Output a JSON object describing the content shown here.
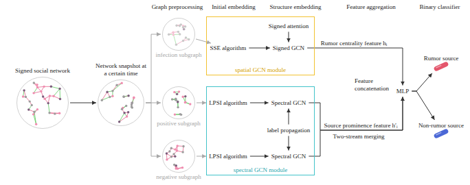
{
  "diagram": {
    "nodes": [
      {
        "text": [
          "Signed social network"
        ]
      },
      {
        "text": [
          "Network snapshot at a certain time"
        ]
      },
      {
        "text": [
          "infection subgraph"
        ]
      },
      {
        "text": [
          "positive subgraph"
        ]
      },
      {
        "text": [
          "negative subgraph"
        ]
      },
      {
        "text": [
          "spatial GCN module"
        ]
      },
      {
        "text": [
          "Signed attention"
        ],
        "in": 5
      },
      {
        "text": [
          "SSE algorithm"
        ],
        "in": 5
      },
      {
        "text": [
          "Signed GCN"
        ],
        "in": 5
      },
      {
        "text": [
          "spectral GCN module"
        ]
      },
      {
        "text": [
          "LPSI algorithm"
        ],
        "in": 9
      },
      {
        "text": [
          "Spectral GCN"
        ],
        "in": 9
      },
      {
        "text": [
          "label propagation"
        ],
        "in": 9
      },
      {
        "text": [
          "LPSI algorithm"
        ],
        "in": 9
      },
      {
        "text": [
          "Spectral GCN"
        ],
        "in": 9
      },
      {
        "text": [
          "MLP"
        ]
      },
      {
        "text": [
          "Rumor source"
        ]
      },
      {
        "text": [
          "Non-rumor source"
        ]
      }
    ],
    "edges": [
      {
        "from": 0,
        "to": 1,
        "arrow": "to"
      },
      {
        "from": 1,
        "to": 2,
        "arrow": "to"
      },
      {
        "from": 1,
        "to": 3,
        "arrow": "to"
      },
      {
        "from": 1,
        "to": 4,
        "arrow": "to"
      },
      {
        "from": 2,
        "to": 7,
        "arrow": "to"
      },
      {
        "from": 7,
        "to": 8,
        "arrow": "to"
      },
      {
        "from": 6,
        "to": 8,
        "arrow": "to"
      },
      {
        "from": 3,
        "to": 10,
        "arrow": "to"
      },
      {
        "from": 10,
        "to": 11,
        "arrow": "to"
      },
      {
        "from": 12,
        "to": 11,
        "arrow": "to"
      },
      {
        "from": 12,
        "to": 14,
        "arrow": "to"
      },
      {
        "from": 4,
        "to": 13,
        "arrow": "to"
      },
      {
        "from": 13,
        "to": 14,
        "arrow": "to"
      },
      {
        "from": 8,
        "to": 15,
        "label": "Rumor centrality feature hᵢ",
        "arrow": "to"
      },
      {
        "from": 11,
        "to": 15,
        "label": "Source prominence feature h′ᵢ",
        "arrow": "to"
      },
      {
        "from": 14,
        "to": 15,
        "arrow": "to"
      },
      {
        "from": 15,
        "to": 16,
        "arrow": "to"
      },
      {
        "from": 15,
        "to": 17,
        "arrow": "to"
      }
    ],
    "labels": [
      "Graph preprocessing",
      "Initial embedding",
      "Structure embedding",
      "Feature aggregation",
      "Binary classifier",
      "Feature concatenation",
      "Two-stream merging"
    ]
  }
}
